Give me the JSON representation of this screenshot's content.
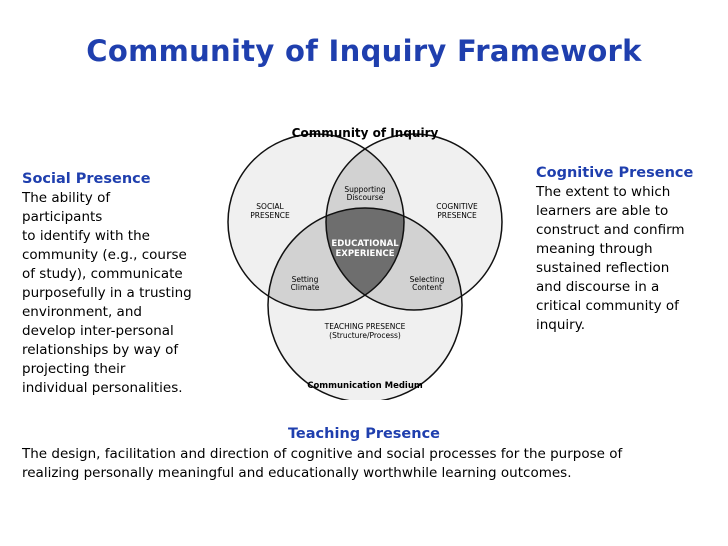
{
  "title": "Community of Inquiry Framework",
  "social": {
    "heading": "Social Presence",
    "body": "The ability of\nparticipants\nto identify with the\ncommunity (e.g., course\nof study), communicate\npurposefully in a trusting\nenvironment, and\ndevelop inter-personal\nrelationships by way of\nprojecting their\nindividual personalities."
  },
  "cognitive": {
    "heading": "Cognitive Presence",
    "body": "The extent to which\nlearners are able to\nconstruct and confirm\nmeaning through\nsustained reflection\nand discourse in a\ncritical community of\ninquiry."
  },
  "teaching": {
    "heading": "Teaching Presence",
    "body": "The design, facilitation and direction of cognitive and social processes for the purpose of\nrealizing personally meaningful and educationally worthwhile learning outcomes."
  },
  "diagram": {
    "top_label": "Community of Inquiry",
    "bottom_label": "Communication Medium",
    "social_label_1": "SOCIAL",
    "social_label_2": "PRESENCE",
    "cognitive_label_1": "COGNITIVE",
    "cognitive_label_2": "PRESENCE",
    "teaching_label": "TEACHING PRESENCE",
    "teaching_sub": "(Structure/Process)",
    "supporting_1": "Supporting",
    "supporting_2": "Discourse",
    "setting_1": "Setting",
    "setting_2": "Climate",
    "selecting_1": "Selecting",
    "selecting_2": "Content",
    "center_1": "EDUCATIONAL",
    "center_2": "EXPERIENCE"
  }
}
